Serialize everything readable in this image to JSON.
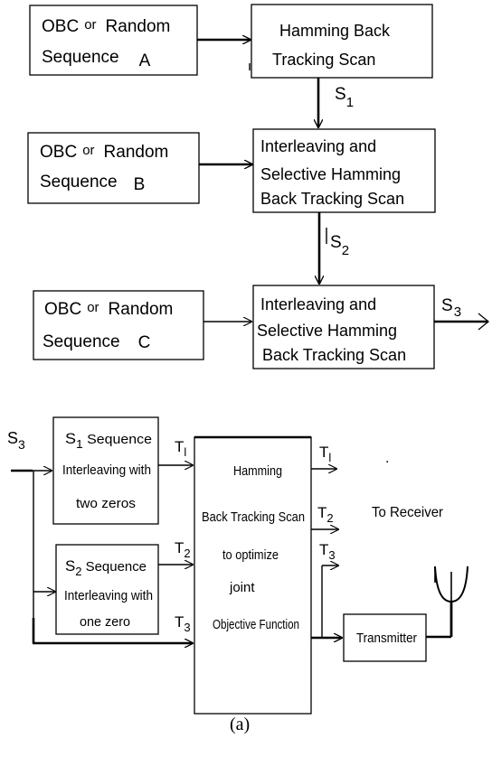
{
  "top_diagram": {
    "box_a": {
      "line1_prefix": "OBC",
      "line1_or": "or",
      "line1_suffix": "Random",
      "line2_word": "Sequence",
      "line2_letter": "A"
    },
    "box_b": {
      "line1_prefix": "OBC",
      "line1_or": "or",
      "line1_suffix": "Random",
      "line2_word": "Sequence",
      "line2_letter": "B"
    },
    "box_c": {
      "line1_prefix": "OBC",
      "line1_or": "or",
      "line1_suffix": "Random",
      "line2_word": "Sequence",
      "line2_letter": "C"
    },
    "box_scan1": {
      "line1": "Hamming Back",
      "line2": "Tracking Scan"
    },
    "box_scan2": {
      "line1": "Interleaving and",
      "line2": "Selective Hamming",
      "line3": "Back Tracking  Scan"
    },
    "box_scan3": {
      "line1": "Interleaving and",
      "line2": "Selective Hamming",
      "line3": "Back Tracking  Scan"
    },
    "label_s1": {
      "letter": "S",
      "sub": "1"
    },
    "label_s2": {
      "letter": "S",
      "sub": "2"
    },
    "label_s3": {
      "letter": "S",
      "sub": "3"
    }
  },
  "bottom_diagram": {
    "input_label": {
      "letter": "S",
      "sub": "3"
    },
    "box_s1": {
      "letter": "S",
      "sub": "1",
      "line1_rest": " Sequence",
      "line2": "Interleaving with",
      "line3": "two zeros"
    },
    "box_s2": {
      "letter": "S",
      "sub": "2",
      "line1_rest": " Sequence",
      "line2": "Interleaving with",
      "line3": "one zero"
    },
    "box_main": {
      "line1": "Hamming",
      "line2": "Back Tracking Scan",
      "line3": "to optimize",
      "line4": "joint",
      "line5": "Objective Function"
    },
    "box_tx": {
      "label": "Transmitter"
    },
    "t_in_1": {
      "letter": "T",
      "sub": "l"
    },
    "t_in_2": {
      "letter": "T",
      "sub": "2"
    },
    "t_in_3": {
      "letter": "T",
      "sub": "3"
    },
    "t_out_1": {
      "letter": "T",
      "sub": "l"
    },
    "t_out_2": {
      "letter": "T",
      "sub": "2"
    },
    "t_out_3": {
      "letter": "T",
      "sub": "3"
    },
    "receiver_label": "To Receiver",
    "dot": "."
  },
  "caption": "(a)"
}
